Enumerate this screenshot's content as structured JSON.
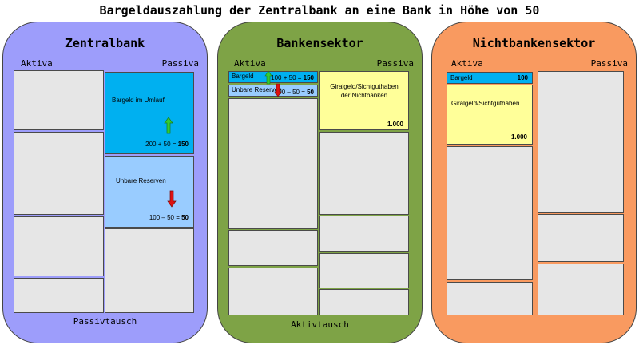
{
  "title": "Bargeldauszahlung der Zentralbank an eine Bank in Höhe von 50",
  "panels": {
    "zentralbank": {
      "title": "Zentralbank",
      "aktiva": "Aktiva",
      "passiva": "Passiva",
      "footer": "Passivtausch",
      "bargeld_label": "Bargeld im Umlauf",
      "bargeld_calc": "200 + 50 = ",
      "bargeld_result": "150",
      "reserven_label": "Unbare Reserven",
      "reserven_calc": "100 – 50 = ",
      "reserven_result": "50",
      "color": "#9d9dfb"
    },
    "bankensektor": {
      "title": "Bankensektor",
      "aktiva": "Aktiva",
      "passiva": "Passiva",
      "footer": "Aktivtausch",
      "bargeld_label": "Bargeld",
      "bargeld_calc": "100 + 50 = ",
      "bargeld_result": "150",
      "reserven_label": "Unbare Reserven",
      "reserven_calc": "100 – 50 = ",
      "reserven_result": "50",
      "giralgeld_label_1": "Giralgeld/Sichtguthaben",
      "giralgeld_label_2": "der Nichtbanken",
      "giralgeld_value": "1.000",
      "color": "#7ea346"
    },
    "nichtbankensektor": {
      "title": "Nichtbankensektor",
      "aktiva": "Aktiva",
      "passiva": "Passiva",
      "bargeld_label": "Bargeld",
      "bargeld_value": "100",
      "giralgeld_label": "Giralgeld/Sichtguthaben",
      "giralgeld_value": "1.000",
      "color": "#f99a60"
    }
  },
  "colors": {
    "up_arrow": "#33cc33",
    "down_arrow": "#dd1111",
    "cyan": "#00b0f0",
    "light_blue": "#99ccff",
    "yellow": "#ffff99"
  }
}
